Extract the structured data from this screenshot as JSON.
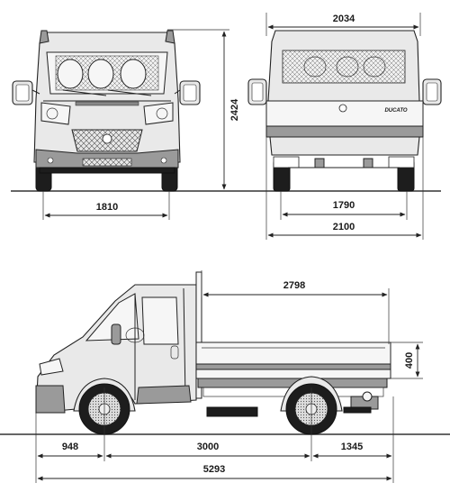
{
  "dimensions": {
    "front_track": "1810",
    "rear_width_top": "2034",
    "height": "2424",
    "rear_track": "1790",
    "overall_width": "2100",
    "bed_length": "2798",
    "side_height": "400",
    "front_overhang": "948",
    "wheelbase": "3000",
    "rear_overhang": "1345",
    "overall_length": "5293"
  },
  "badges": {
    "brand_script": "DUCATO"
  }
}
